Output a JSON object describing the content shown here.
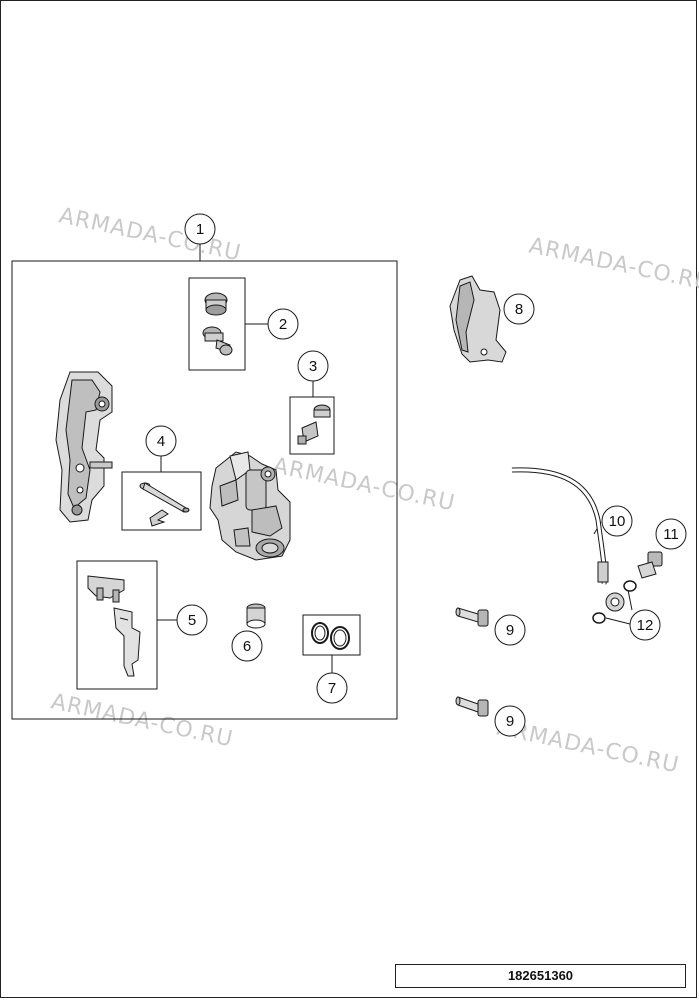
{
  "watermark": "ARMADA-CO.RU",
  "document_number": "182651360",
  "callouts": [
    "1",
    "2",
    "3",
    "4",
    "5",
    "6",
    "7",
    "8",
    "9",
    "9",
    "10",
    "11",
    "12"
  ],
  "colors": {
    "line": "#1a1a1a",
    "part_fill": "#d9d9d9",
    "part_shade": "#a8a8a8",
    "watermark": "#c9c9c9"
  }
}
